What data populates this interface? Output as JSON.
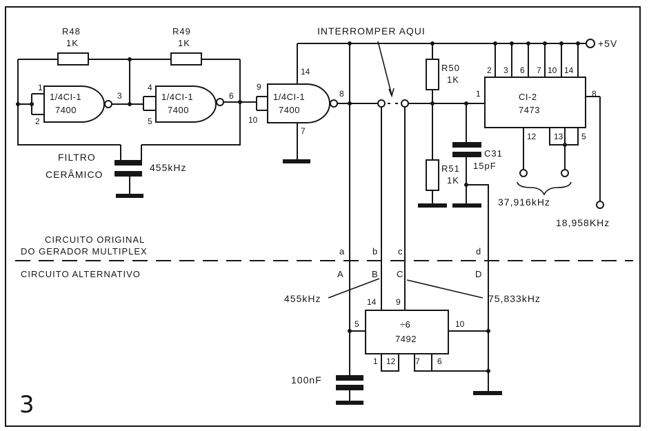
{
  "figure_number": "3",
  "resistors": {
    "r48": {
      "name": "R48",
      "value": "1K"
    },
    "r49": {
      "name": "R49",
      "value": "1K"
    },
    "r50": {
      "name": "R50",
      "value": "1K"
    },
    "r51": {
      "name": "R51",
      "value": "1K"
    }
  },
  "capacitors": {
    "c31": {
      "name": "C31",
      "value": "15pF"
    },
    "c100": {
      "value": "100nF"
    }
  },
  "filter": {
    "line1": "FILTRO",
    "line2": "CERÂMICO",
    "freq": "455kHz"
  },
  "gates": {
    "gate1": {
      "line1": "1/4CI-1",
      "line2": "7400",
      "pins": [
        "1",
        "2",
        "3"
      ]
    },
    "gate2": {
      "line1": "1/4CI-1",
      "line2": "7400",
      "pins": [
        "4",
        "5",
        "6"
      ]
    },
    "gate3": {
      "line1": "1/4CI-1",
      "line2": "7400",
      "pins": [
        "9",
        "10",
        "8",
        "14",
        "7"
      ]
    }
  },
  "ci2": {
    "line1": "CI-2",
    "line2": "7473",
    "pins": [
      "2",
      "3",
      "6",
      "7",
      "10",
      "14",
      "1",
      "8",
      "12",
      "13",
      "5"
    ]
  },
  "ic7492": {
    "line1": "÷6",
    "line2": "7492",
    "pins": [
      "14",
      "9",
      "5",
      "10",
      "1",
      "12",
      "7",
      "6"
    ]
  },
  "labels": {
    "interromper": "INTERROMPER AQUI",
    "vcc": "+5V",
    "out1": "37,916kHz",
    "out2": "18,958KHz",
    "orig_line1": "CIRCUITO   ORIGINAL",
    "orig_line2": "DO  GERADOR   MULTIPLEX",
    "alt": "CIRCUITO    ALTERNATIVO",
    "freq_a": "455kHz",
    "freq_c": "75,833kHz"
  },
  "taps_lower": [
    "a",
    "b",
    "c",
    "d"
  ],
  "taps_upper": [
    "A",
    "B",
    "C",
    "D"
  ]
}
